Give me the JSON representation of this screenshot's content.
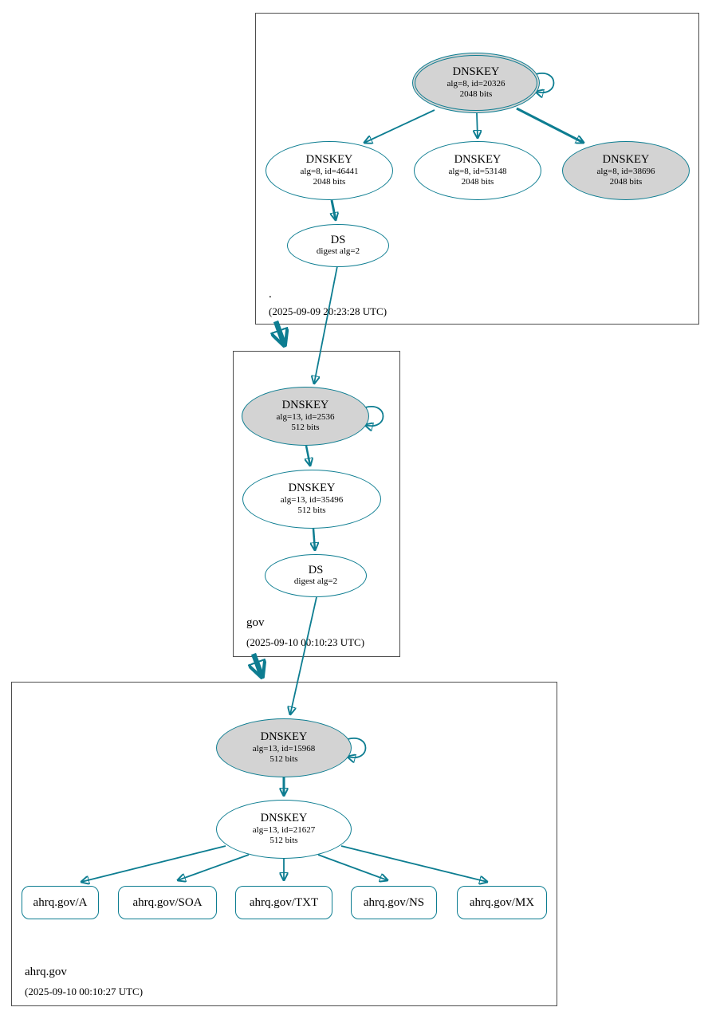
{
  "zones": {
    "root": {
      "label": ".",
      "timestamp": "(2025-09-09 20:23:28 UTC)",
      "ksk": {
        "name": "DNSKEY",
        "detail": "alg=8, id=20326",
        "bits": "2048 bits"
      },
      "key1": {
        "name": "DNSKEY",
        "detail": "alg=8, id=46441",
        "bits": "2048 bits"
      },
      "key2": {
        "name": "DNSKEY",
        "detail": "alg=8, id=53148",
        "bits": "2048 bits"
      },
      "key3": {
        "name": "DNSKEY",
        "detail": "alg=8, id=38696",
        "bits": "2048 bits"
      },
      "ds": {
        "name": "DS",
        "detail": "digest alg=2"
      }
    },
    "gov": {
      "label": "gov",
      "timestamp": "(2025-09-10 00:10:23 UTC)",
      "ksk": {
        "name": "DNSKEY",
        "detail": "alg=13, id=2536",
        "bits": "512 bits"
      },
      "zsk": {
        "name": "DNSKEY",
        "detail": "alg=13, id=35496",
        "bits": "512 bits"
      },
      "ds": {
        "name": "DS",
        "detail": "digest alg=2"
      }
    },
    "ahrq": {
      "label": "ahrq.gov",
      "timestamp": "(2025-09-10 00:10:27 UTC)",
      "ksk": {
        "name": "DNSKEY",
        "detail": "alg=13, id=15968",
        "bits": "512 bits"
      },
      "zsk": {
        "name": "DNSKEY",
        "detail": "alg=13, id=21627",
        "bits": "512 bits"
      },
      "rrsets": [
        "ahrq.gov/A",
        "ahrq.gov/SOA",
        "ahrq.gov/TXT",
        "ahrq.gov/NS",
        "ahrq.gov/MX"
      ]
    }
  },
  "colors": {
    "edge": "#0d7d91",
    "keyfill": "#d3d3d3",
    "boxborder": "#4d4d4d"
  }
}
